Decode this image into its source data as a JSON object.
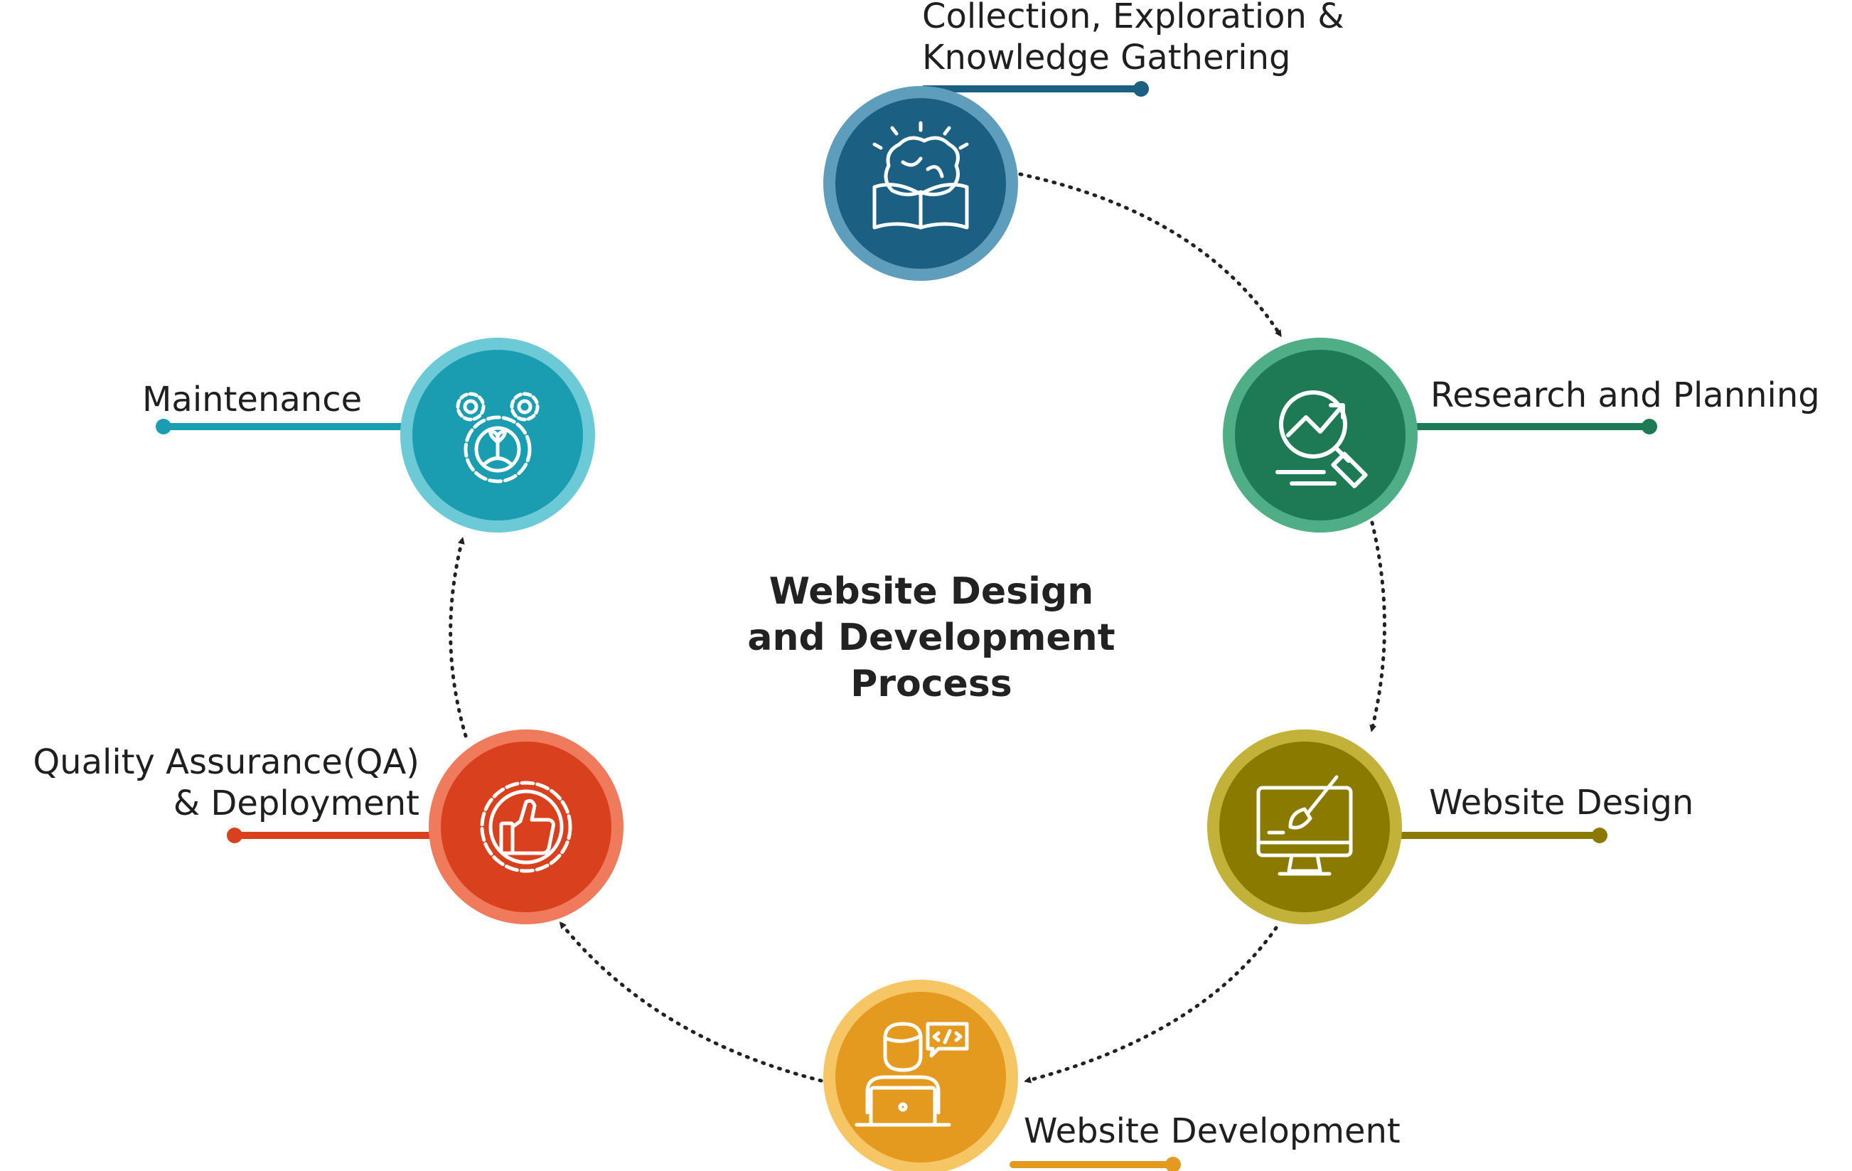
{
  "title": {
    "line1": "Website Design",
    "line2": "and Development",
    "line3": "Process"
  },
  "steps": [
    {
      "label_lines": [
        "Collection, Exploration &",
        "Knowledge Gathering"
      ],
      "icon": "brain-book-icon",
      "color": "#1b5f82"
    },
    {
      "label_lines": [
        "Research and Planning"
      ],
      "icon": "chart-magnifier-icon",
      "color": "#1d7a55"
    },
    {
      "label_lines": [
        "Website Design"
      ],
      "icon": "monitor-brush-icon",
      "color": "#8a7b00"
    },
    {
      "label_lines": [
        "Website Development"
      ],
      "icon": "developer-laptop-icon",
      "color": "#e39a1f"
    },
    {
      "label_lines": [
        "Quality Assurance(QA)",
        "& Deployment"
      ],
      "icon": "thumbs-up-badge-icon",
      "color": "#d9411e"
    },
    {
      "label_lines": [
        "Maintenance"
      ],
      "icon": "gears-icon",
      "color": "#1a9db0"
    }
  ]
}
